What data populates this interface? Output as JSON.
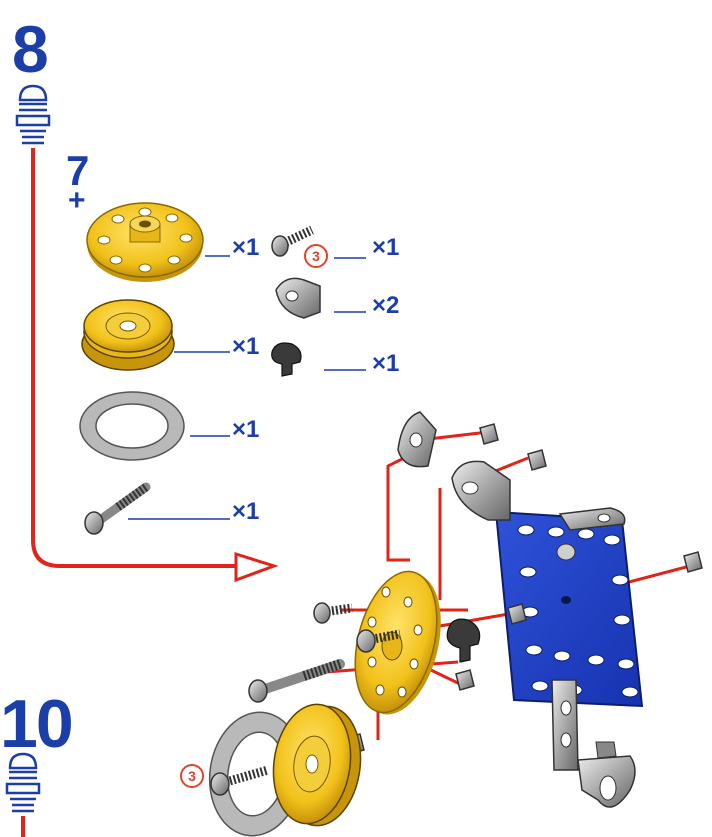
{
  "steps": {
    "current": "8",
    "previous": "7",
    "next": "10",
    "plus": "+"
  },
  "parts_list": [
    {
      "name": "wheel-disc",
      "qty": "×1"
    },
    {
      "name": "pulley",
      "qty": "×1"
    },
    {
      "name": "washer",
      "qty": "×1"
    },
    {
      "name": "long-bolt",
      "qty": "×1"
    },
    {
      "name": "short-bolt",
      "qty": "×1",
      "badge": "3"
    },
    {
      "name": "angle-bracket",
      "qty": "×2"
    },
    {
      "name": "collar-clip",
      "qty": "×1"
    }
  ],
  "assembly": {
    "bolt_badge": "3"
  },
  "colors": {
    "blue": "#1c3ea8",
    "red": "#e0241a",
    "yellow": "#f2c21b",
    "plate_blue": "#1f3fc7",
    "grey": "#b9b9b9"
  },
  "icons": [
    "bolt-icon",
    "nut-icon",
    "washer-icon",
    "pulley-icon",
    "wheel-disc-icon",
    "bracket-icon",
    "arrow-icon"
  ]
}
